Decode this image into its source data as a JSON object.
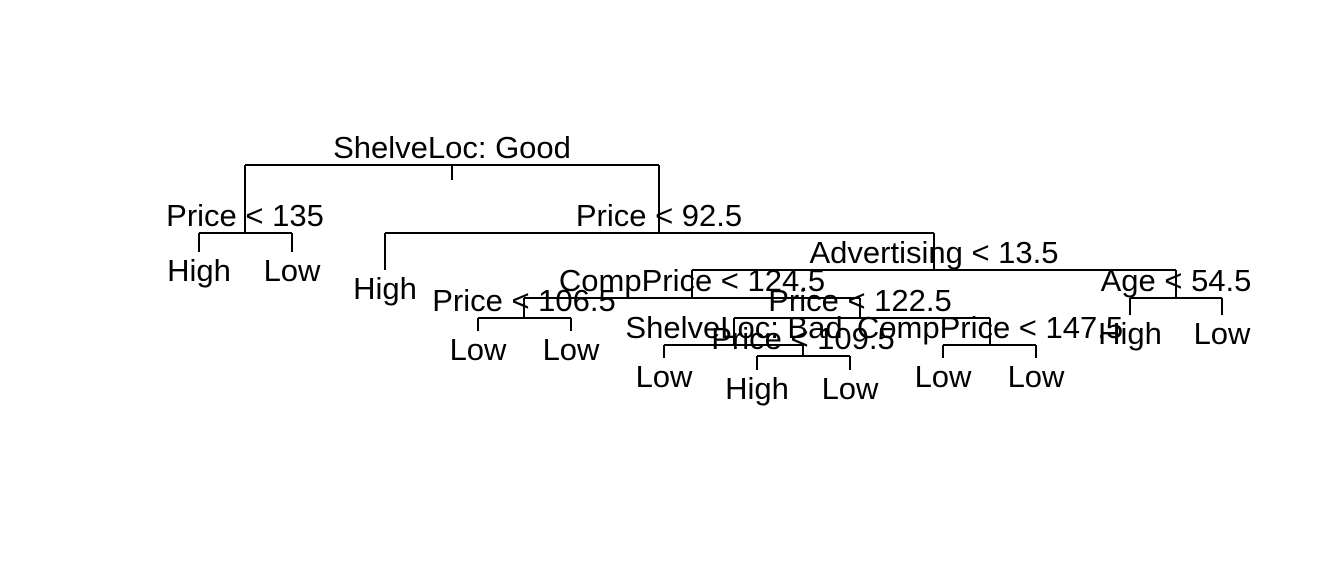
{
  "tree": {
    "splits": [
      {
        "id": "n1",
        "label": "ShelveLoc: Good"
      },
      {
        "id": "n2",
        "label": "Price < 135"
      },
      {
        "id": "n3",
        "label": "Price < 92.5"
      },
      {
        "id": "n4",
        "label": "Advertising < 13.5"
      },
      {
        "id": "n5",
        "label": "CompPrice < 124.5"
      },
      {
        "id": "n6",
        "label": "Age < 54.5"
      },
      {
        "id": "n7",
        "label": "Price < 106.5"
      },
      {
        "id": "n8",
        "label": "Price < 122.5"
      },
      {
        "id": "n9",
        "label": "ShelveLoc: Bad"
      },
      {
        "id": "n10",
        "label": "CompPrice < 147.5"
      },
      {
        "id": "n11",
        "label": "Price < 109.5"
      }
    ],
    "leaves": [
      {
        "id": "l1",
        "label": "High"
      },
      {
        "id": "l2",
        "label": "Low"
      },
      {
        "id": "l3",
        "label": "High"
      },
      {
        "id": "l4",
        "label": "Low"
      },
      {
        "id": "l5",
        "label": "Low"
      },
      {
        "id": "l6",
        "label": "Low"
      },
      {
        "id": "l7",
        "label": "High"
      },
      {
        "id": "l8",
        "label": "Low"
      },
      {
        "id": "l9",
        "label": "Low"
      },
      {
        "id": "l10",
        "label": "Low"
      },
      {
        "id": "l11",
        "label": "High"
      },
      {
        "id": "l12",
        "label": "Low"
      }
    ]
  }
}
